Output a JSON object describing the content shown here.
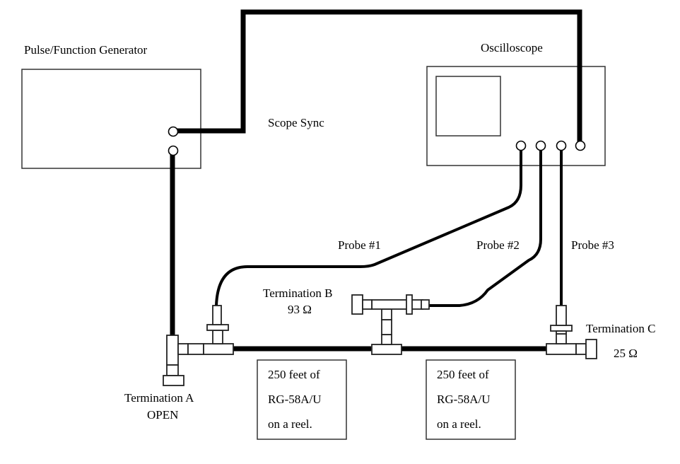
{
  "diagram": {
    "instruments": {
      "generator": {
        "label": "Pulse/Function Generator"
      },
      "oscilloscope": {
        "label": "Oscilloscope"
      }
    },
    "connections": {
      "sync": {
        "label": "Scope Sync"
      },
      "probe1": {
        "label": "Probe #1"
      },
      "probe2": {
        "label": "Probe #2"
      },
      "probe3": {
        "label": "Probe #3"
      }
    },
    "terminations": {
      "a": {
        "label": "Termination A",
        "value": "OPEN"
      },
      "b": {
        "label": "Termination B",
        "value": "93 Ω"
      },
      "c": {
        "label": "Termination C",
        "value": "25 Ω"
      }
    },
    "reels": [
      {
        "line1": "250 feet of",
        "line2": "RG-58A/U",
        "line3": "on a reel."
      },
      {
        "line1": "250 feet of",
        "line2": "RG-58A/U",
        "line3": "on a reel."
      }
    ]
  }
}
